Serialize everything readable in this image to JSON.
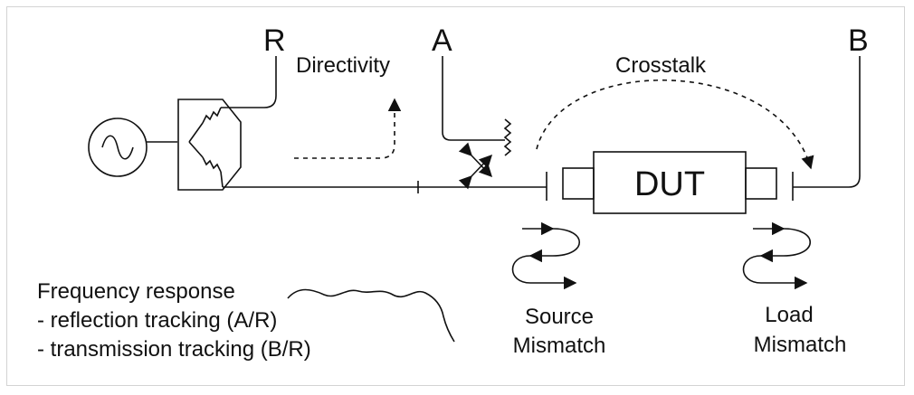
{
  "ports": {
    "r": "R",
    "a": "A",
    "b": "B"
  },
  "labels": {
    "directivity": "Directivity",
    "crosstalk": "Crosstalk",
    "dut": "DUT",
    "source_mismatch_line1": "Source",
    "source_mismatch_line2": "Mismatch",
    "load_mismatch_line1": "Load",
    "load_mismatch_line2": "Mismatch"
  },
  "frequency_response": {
    "title": "Frequency response",
    "items": [
      "- reflection tracking (A/R)",
      "- transmission tracking (B/R)"
    ]
  },
  "icons": {
    "source": "sine-source-icon",
    "coupler": "resistive-bridge-icon",
    "termination": "resistor-icon"
  },
  "colors": {
    "line": "#111111",
    "frame": "#d3d3d3"
  }
}
